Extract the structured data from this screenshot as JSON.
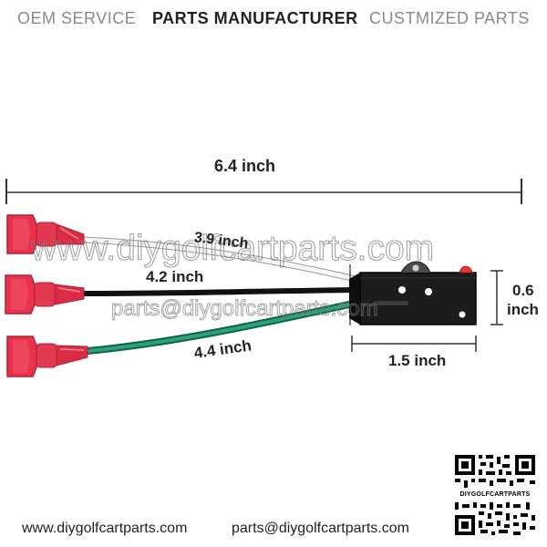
{
  "header": {
    "oem_service": "OEM SERVICE",
    "parts_manufacturer": "PARTS MANUFACTURER",
    "customized_parts": "CUSTMIZED PARTS"
  },
  "dimensions": {
    "overall_length": "6.4 inch",
    "white_wire": "3.9 inch",
    "black_wire": "4.2 inch",
    "green_wire": "4.4 inch",
    "switch_height_value": "0.6",
    "switch_height_unit": "inch",
    "switch_length": "1.5 inch"
  },
  "watermarks": {
    "site": "www.diygolfcartparts.com",
    "email": "parts@diygolfcartparts.com"
  },
  "footer": {
    "website": "www.diygolfcartparts.com",
    "email": "parts@diygolfcartparts.com"
  },
  "qr": {
    "label": "DIYGOLFCARTPARTS"
  },
  "colors": {
    "terminal_red": "#e8324c",
    "wire_green": "#1f8a6a",
    "switch_body": "#1c1c1c",
    "actuator_red": "#e43a3a"
  }
}
